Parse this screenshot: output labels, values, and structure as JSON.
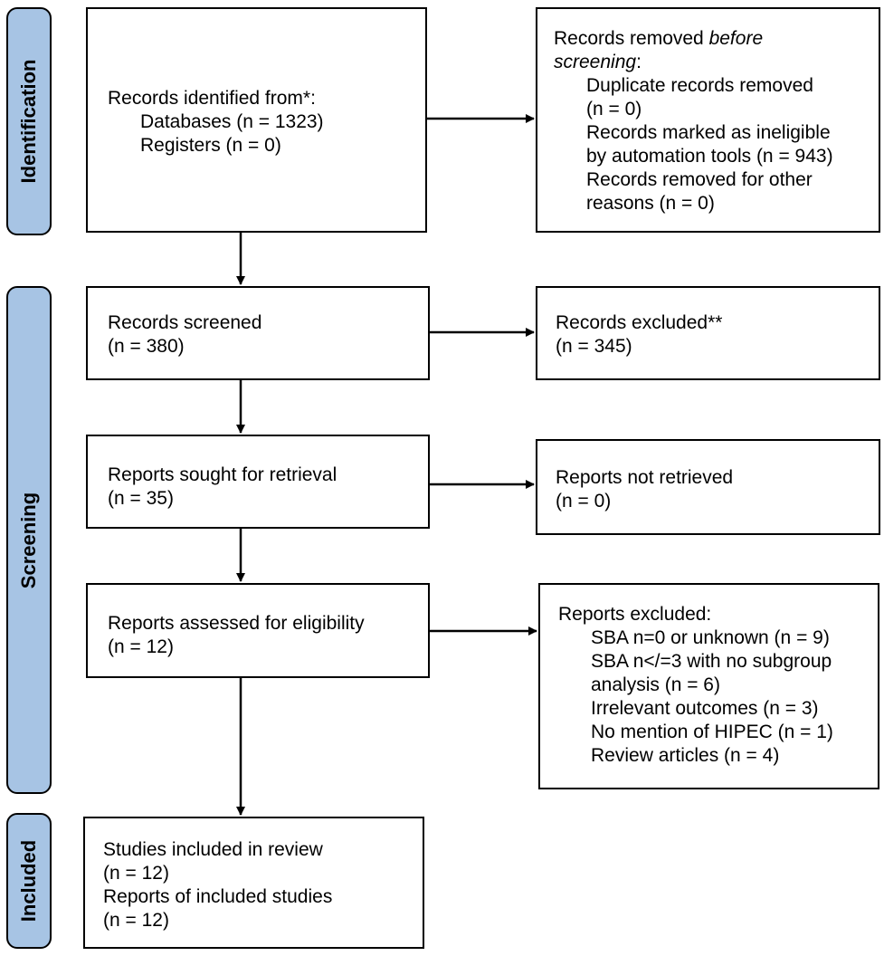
{
  "phases": {
    "identification": "Identification",
    "screening": "Screening",
    "included": "Included"
  },
  "boxes": {
    "identified": {
      "title": "Records identified from*:",
      "databases": "Databases (n = 1323)",
      "registers": "Registers (n = 0)"
    },
    "removed": {
      "title_prefix": "Records removed ",
      "title_italic1": "before",
      "title_italic2": "screening",
      "title_suffix": ":",
      "dup1": "Duplicate records removed",
      "dup2": "(n = 0)",
      "auto1": "Records marked as ineligible",
      "auto2": "by automation tools (n = 943)",
      "other1": "Records removed for other",
      "other2": "reasons (n = 0)"
    },
    "screened": {
      "title": "Records screened",
      "n": "(n = 380)"
    },
    "excluded": {
      "title": "Records excluded**",
      "n": "(n = 345)"
    },
    "sought": {
      "title": "Reports sought for retrieval",
      "n": "(n = 35)"
    },
    "not_retrieved": {
      "title": "Reports not retrieved",
      "n": "(n = 0)"
    },
    "assessed": {
      "title": "Reports assessed for eligibility",
      "n": "(n = 12)"
    },
    "reports_excluded": {
      "title": "Reports excluded:",
      "r1": "SBA n=0 or unknown (n = 9)",
      "r2a": "SBA n</=3 with no subgroup",
      "r2b": "analysis (n = 6)",
      "r3": "Irrelevant outcomes (n = 3)",
      "r4": "No mention of HIPEC (n = 1)",
      "r5": "Review articles (n = 4)"
    },
    "included": {
      "studies": "Studies included in review",
      "studies_n": "(n = 12)",
      "reports": "Reports of included studies",
      "reports_n": "(n = 12)"
    }
  },
  "colors": {
    "phase_fill": "#a7c4e4",
    "stroke": "#000000"
  }
}
